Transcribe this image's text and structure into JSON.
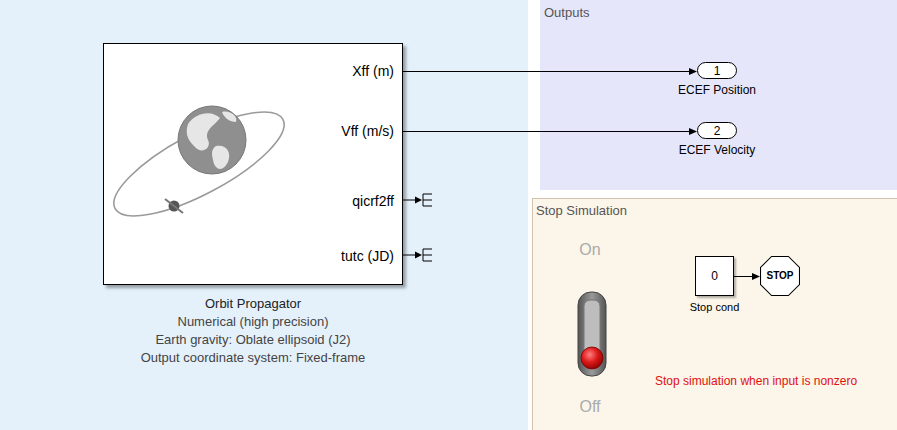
{
  "diagram": {
    "nodes": [
      {
        "text": [
          "Xff (m)",
          "Vff (m/s)",
          "qicrf2ff",
          "tutc (JD)",
          "Orbit Propagator",
          "Numerical (high precision)",
          "Earth gravity: Oblate ellipsoid (J2)",
          "Output coordinate system: Fixed-frame"
        ]
      },
      {
        "text": [
          "Outputs"
        ]
      },
      {
        "text": [
          "1",
          "ECEF Position"
        ],
        "in": 1
      },
      {
        "text": [
          "2",
          "ECEF Velocity"
        ],
        "in": 1
      },
      {
        "text": [
          "Stop Simulation"
        ]
      },
      {
        "text": [
          "0",
          "Stop cond"
        ],
        "in": 4
      },
      {
        "text": [
          "STOP"
        ],
        "in": 4
      }
    ],
    "edges": [
      {
        "from": 0,
        "to": 2,
        "arrow": "to"
      },
      {
        "from": 0,
        "to": 3,
        "arrow": "to"
      },
      {
        "from": 5,
        "to": 6,
        "arrow": "to"
      }
    ],
    "labels": [
      "On",
      "Off",
      "Stop simulation when input is nonzero"
    ]
  }
}
